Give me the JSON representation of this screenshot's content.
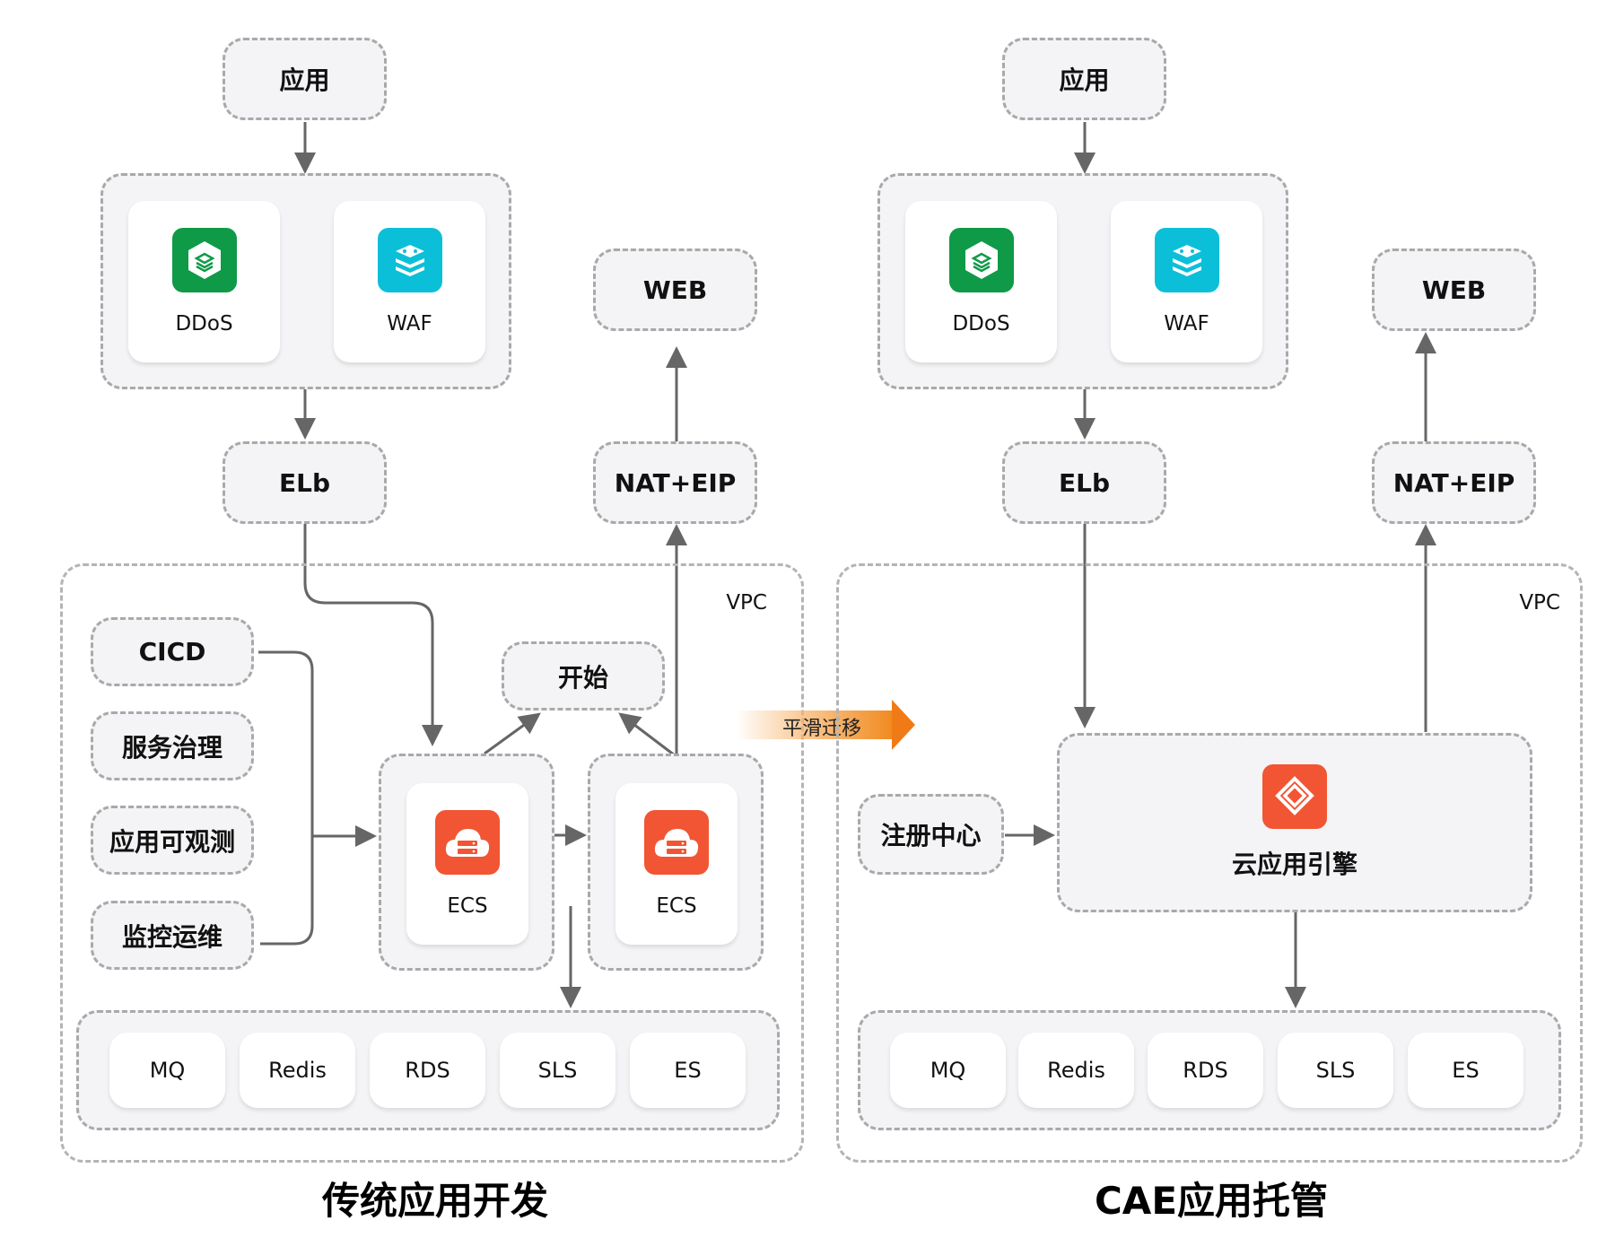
{
  "left": {
    "title": "传统应用开发",
    "app": "应用",
    "security": [
      {
        "label": "DDoS",
        "icon": "ddos-shield-icon",
        "color": "#0e9a47"
      },
      {
        "label": "WAF",
        "icon": "waf-stack-icon",
        "color": "#0cbfd9"
      }
    ],
    "elb": "ELb",
    "web": "WEB",
    "nat": "NAT+EIP",
    "vpc": "VPC",
    "start": "开始",
    "services": [
      "CICD",
      "服务治理",
      "应用可观测",
      "监控运维"
    ],
    "ecs": [
      {
        "label": "ECS",
        "icon": "ecs-cloud-server-icon",
        "color": "#f25533"
      },
      {
        "label": "ECS",
        "icon": "ecs-cloud-server-icon",
        "color": "#f25533"
      }
    ],
    "storage": [
      "MQ",
      "Redis",
      "RDS",
      "SLS",
      "ES"
    ]
  },
  "migration": {
    "label": "平滑迁移",
    "color": "#f07b16"
  },
  "right": {
    "title": "CAE应用托管",
    "app": "应用",
    "security": [
      {
        "label": "DDoS",
        "icon": "ddos-shield-icon",
        "color": "#0e9a47"
      },
      {
        "label": "WAF",
        "icon": "waf-stack-icon",
        "color": "#0cbfd9"
      }
    ],
    "elb": "ELb",
    "web": "WEB",
    "nat": "NAT+EIP",
    "vpc": "VPC",
    "registry": "注册中心",
    "engine": {
      "label": "云应用引擎",
      "icon": "cae-engine-icon",
      "color": "#f25533"
    },
    "storage": [
      "MQ",
      "Redis",
      "RDS",
      "SLS",
      "ES"
    ]
  }
}
